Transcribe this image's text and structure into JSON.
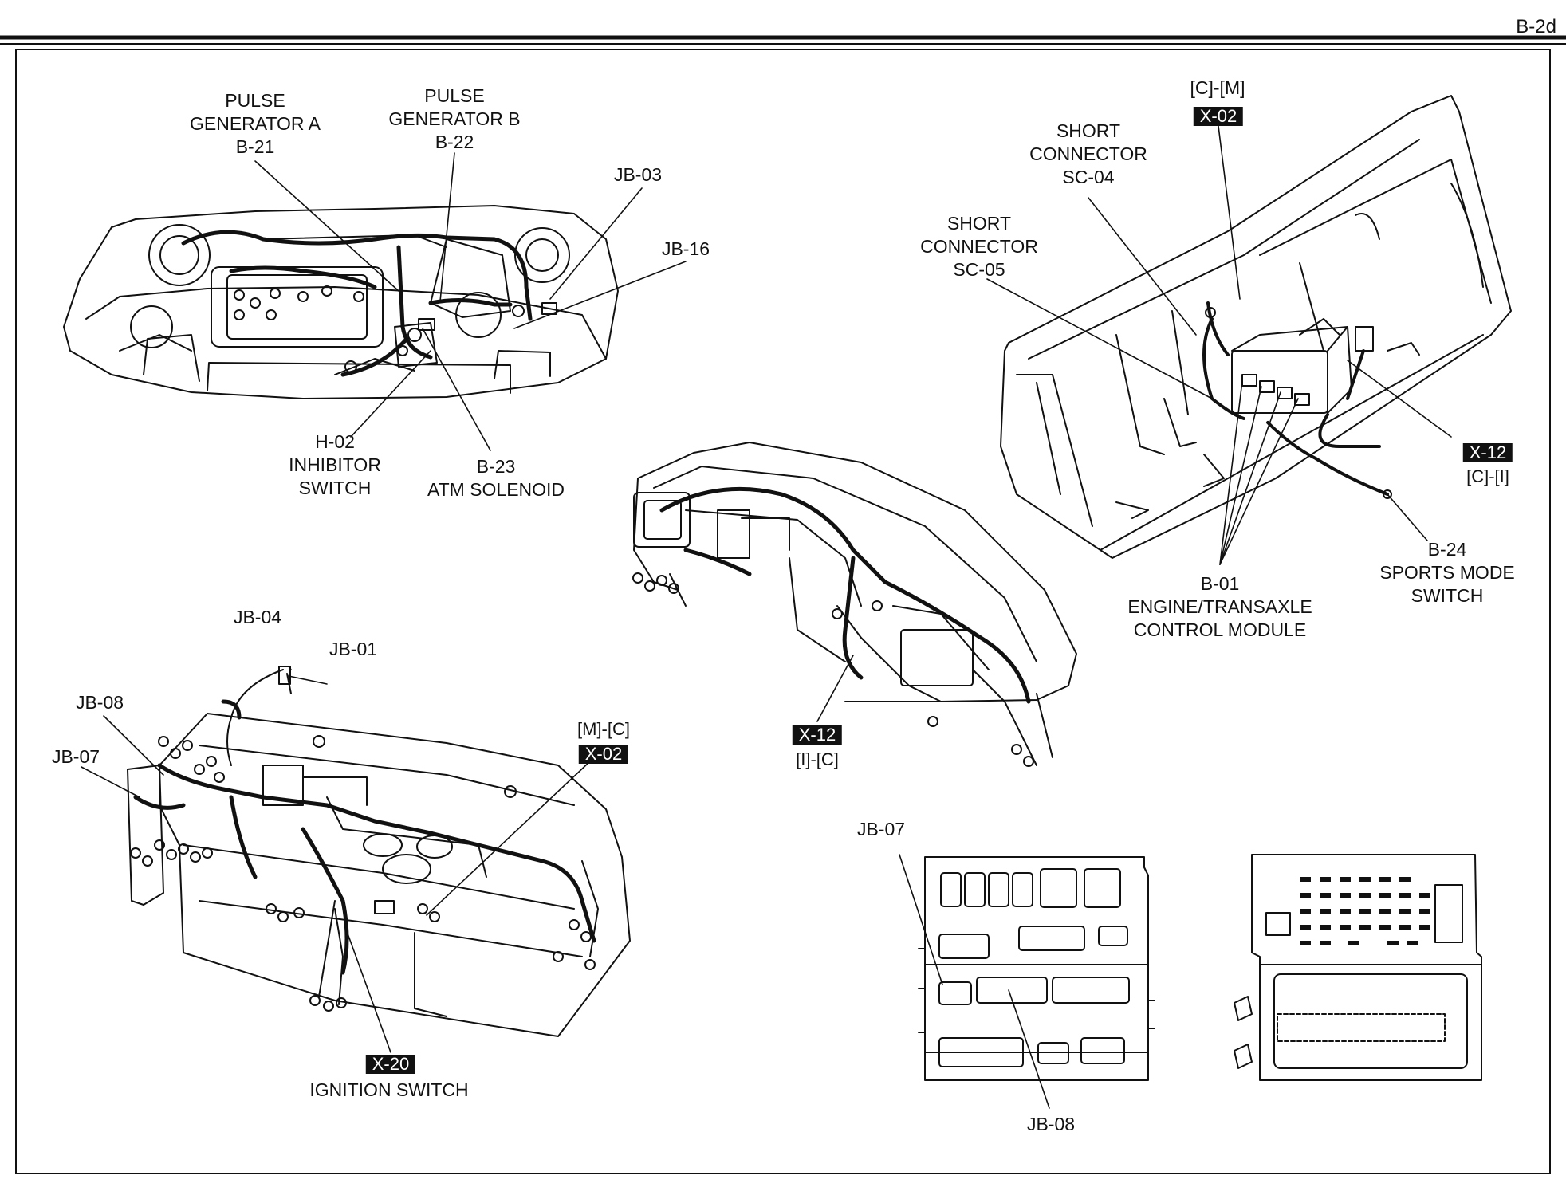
{
  "page_code": "B-2d",
  "labels": {
    "pulse_gen_a": [
      "PULSE",
      "GENERATOR A",
      "B-21"
    ],
    "pulse_gen_b": [
      "PULSE",
      "GENERATOR B",
      "B-22"
    ],
    "jb03": "JB-03",
    "jb16": "JB-16",
    "h02": [
      "H-02",
      "INHIBITOR",
      "SWITCH"
    ],
    "b23": [
      "B-23",
      "ATM SOLENOID"
    ],
    "short_sc04": [
      "SHORT",
      "CONNECTOR",
      "SC-04"
    ],
    "short_sc05": [
      "SHORT",
      "CONNECTOR",
      "SC-05"
    ],
    "x02_top": {
      "ref": "[C]-[M]",
      "tag": "X-02"
    },
    "x12_right": {
      "tag": "X-12",
      "ref": "[C]-[I]"
    },
    "b24": [
      "B-24",
      "SPORTS MODE",
      "SWITCH"
    ],
    "b01": [
      "B-01",
      "ENGINE/TRANSAXLE",
      "CONTROL MODULE"
    ],
    "x12_mid": {
      "tag": "X-12",
      "ref": "[I]-[C]"
    },
    "jb04": "JB-04",
    "jb01": "JB-01",
    "jb08_left": "JB-08",
    "jb07_left": "JB-07",
    "x02_left": {
      "ref": "[M]-[C]",
      "tag": "X-02"
    },
    "x20": {
      "tag": "X-20",
      "text": "IGNITION SWITCH"
    },
    "jb07_box": "JB-07",
    "jb08_box": "JB-08"
  }
}
